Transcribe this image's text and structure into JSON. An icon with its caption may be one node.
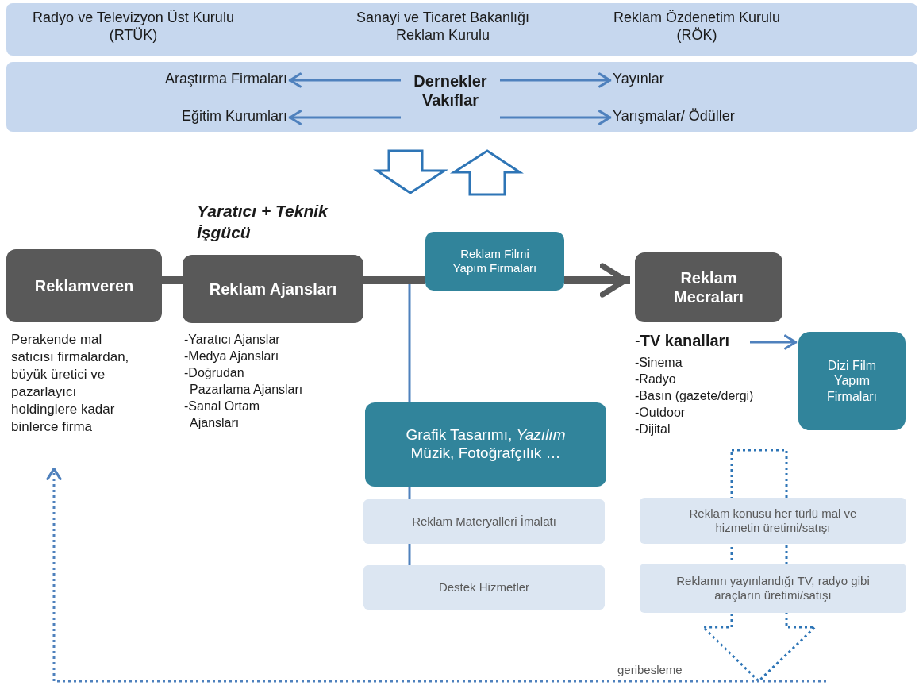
{
  "diagram": {
    "nodes": [
      {
        "text": [
          "Radyo ve Televizyon Üst Kurulu (RTÜK)",
          "Sanayi ve Ticaret Bakanlığı Reklam Kurulu",
          "Reklam Özdenetim Kurulu (RÖK)"
        ]
      },
      {
        "text": [],
        "shape": "box"
      },
      {
        "text": [
          "Araştırma Firmaları"
        ],
        "in": 1
      },
      {
        "text": [
          "Dernekler Vakıflar"
        ],
        "in": 1
      },
      {
        "text": [
          "Yayınlar"
        ],
        "in": 1
      },
      {
        "text": [
          "Eğitim Kurumları"
        ],
        "in": 1
      },
      {
        "text": [
          "Yarışmalar/ Ödüller"
        ],
        "in": 1
      },
      {
        "text": [
          "Reklamveren"
        ]
      },
      {
        "text": [
          "Perakende mal satıcısı firmalardan, büyük üretici ve pazarlayıcı holdinglere kadar binlerce firma"
        ]
      },
      {
        "text": [
          "Reklam Ajansları"
        ],
        "beside": [
          "-Yaratıcı Ajanslar",
          "-Medya Ajansları",
          "-Doğrudan Pazarlama Ajansları",
          "-Sanal Ortam Ajansları"
        ]
      },
      {
        "text": [
          "Reklam Filmi Yapım Firmaları"
        ]
      },
      {
        "text": [
          "Reklam Mecraları"
        ],
        "beside": [
          "-Sinema",
          "-Radyo",
          "-Basın (gazete/dergi)",
          "-Outdoor",
          "-Dijital"
        ]
      },
      {
        "text": [
          "-**TV kanalları**"
        ]
      },
      {
        "text": [
          "Dizi Film Yapım Firmaları"
        ]
      },
      {
        "text": [
          "Grafik Tasarımı, *Yazılım* Müzik, Fotoğrafçılık …"
        ]
      },
      {
        "text": [
          "Reklam Materyalleri İmalatı"
        ]
      },
      {
        "text": [
          "Destek Hizmetler"
        ]
      },
      {
        "text": [
          "Reklam konusu her türlü mal ve hizmetin üretimi/satışı"
        ]
      },
      {
        "text": [
          "Reklamın yayınlandığı TV, radyo gibi araçların üretimi/satışı"
        ]
      }
    ],
    "edges": [
      {
        "from": 3,
        "to": 2,
        "arrow": "to"
      },
      {
        "from": 3,
        "to": 4,
        "arrow": "to"
      },
      {
        "from": 3,
        "to": 5,
        "arrow": "to"
      },
      {
        "from": 3,
        "to": 6,
        "arrow": "to"
      },
      {
        "from": 9,
        "to": 14,
        "arrow": "none"
      },
      {
        "from": 7,
        "to": 9,
        "arrow": "none",
        "style": "thick",
        "color": "#595959"
      },
      {
        "from": 9,
        "to": 10,
        "arrow": "none",
        "style": "thick",
        "color": "#595959"
      },
      {
        "from": 10,
        "to": 11,
        "arrow": "to",
        "style": "thick",
        "color": "#595959"
      },
      {
        "from": 14,
        "to": 15,
        "arrow": "none"
      },
      {
        "from": 15,
        "to": 16,
        "arrow": "none"
      },
      {
        "from": 12,
        "to": 13,
        "arrow": "to"
      },
      {
        "from": null,
        "to": 8,
        "arrow": "to",
        "style": "dashed",
        "label": "geribesleme"
      }
    ],
    "labels": [
      "Yaratıcı + Teknik İşgücü"
    ]
  }
}
